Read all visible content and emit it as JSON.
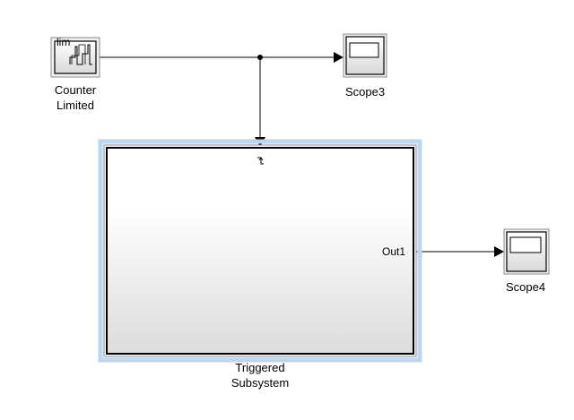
{
  "diagram": {
    "blocks": {
      "counter": {
        "line1": "Counter",
        "line2": "Limited",
        "icon_text": "lim",
        "icon": "counter-limited-waveform-icon"
      },
      "scope3": {
        "label": "Scope3",
        "icon": "scope-icon"
      },
      "subsystem": {
        "line1": "Triggered",
        "line2": "Subsystem",
        "out_port": "Out1",
        "trigger_icon": "trigger-edge-icon"
      },
      "scope4": {
        "label": "Scope4",
        "icon": "scope-icon"
      }
    },
    "colors": {
      "block_border": "#000000",
      "selection_halo": "#bcd6ee",
      "subsystem_gradient_top": "#ffffff",
      "subsystem_gradient_bottom": "#dcdcdc",
      "line": "#000000"
    }
  }
}
